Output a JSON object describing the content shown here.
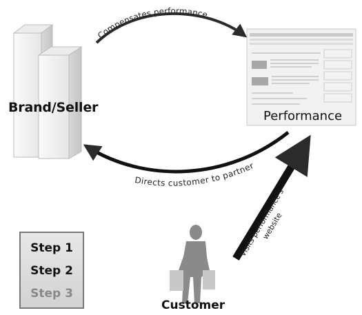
{
  "diagram": {
    "nodes": {
      "brand": "Brand/Seller",
      "performance": "Performance",
      "customer": "Customer"
    },
    "edges": {
      "top_arrow": "Compensates performance",
      "bottom_arrow": "Directs customer to partner",
      "customer_arrow_line1": "Visits performance's",
      "customer_arrow_line2": "website"
    },
    "steps": [
      "Step 1",
      "Step 2",
      "Step 3"
    ],
    "colors": {
      "arrow": "#2b2b2b",
      "box_side": "#d9d9d9",
      "box_front": "#f3f3f3",
      "step_inactive": "#888888"
    }
  }
}
